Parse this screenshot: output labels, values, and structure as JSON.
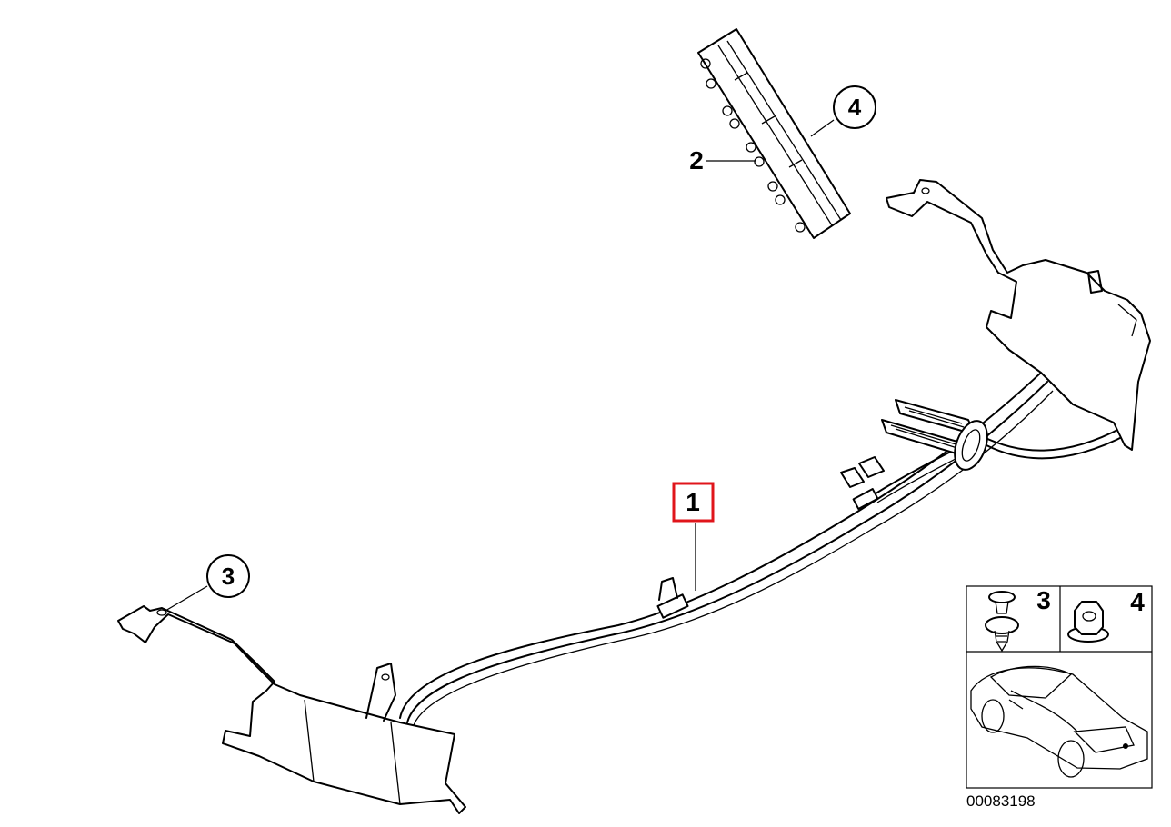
{
  "callouts": {
    "part_1": "1",
    "part_2": "2",
    "part_3": "3",
    "part_4": "4"
  },
  "inset": {
    "item_3": "3",
    "item_4": "4"
  },
  "diagram_ref": "00083198",
  "highlight_color": "#e0151b"
}
